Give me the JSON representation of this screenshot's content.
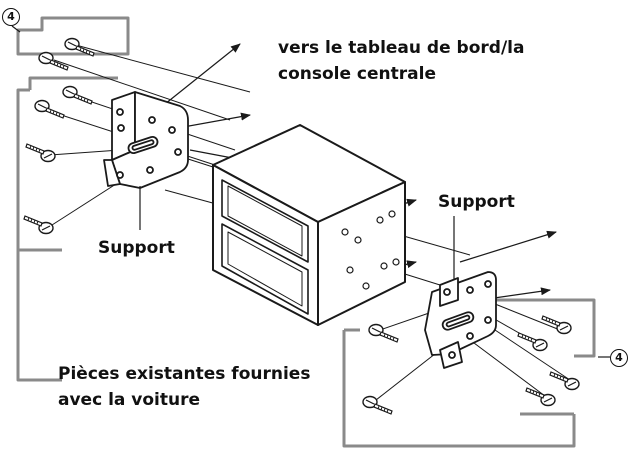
{
  "labels": {
    "dashboard_line1": "vers le tableau de bord/la",
    "dashboard_line2": "console centrale",
    "support_left": "Support",
    "support_right": "Support",
    "parts_line1": "Pièces existantes fournies",
    "parts_line2": "avec la voiture"
  },
  "callouts": {
    "top_left": "4",
    "bottom_right": "4"
  },
  "colors": {
    "line": "#1a1a1a",
    "bracket": "#8a8a8a",
    "part_fill": "#ffffff"
  }
}
